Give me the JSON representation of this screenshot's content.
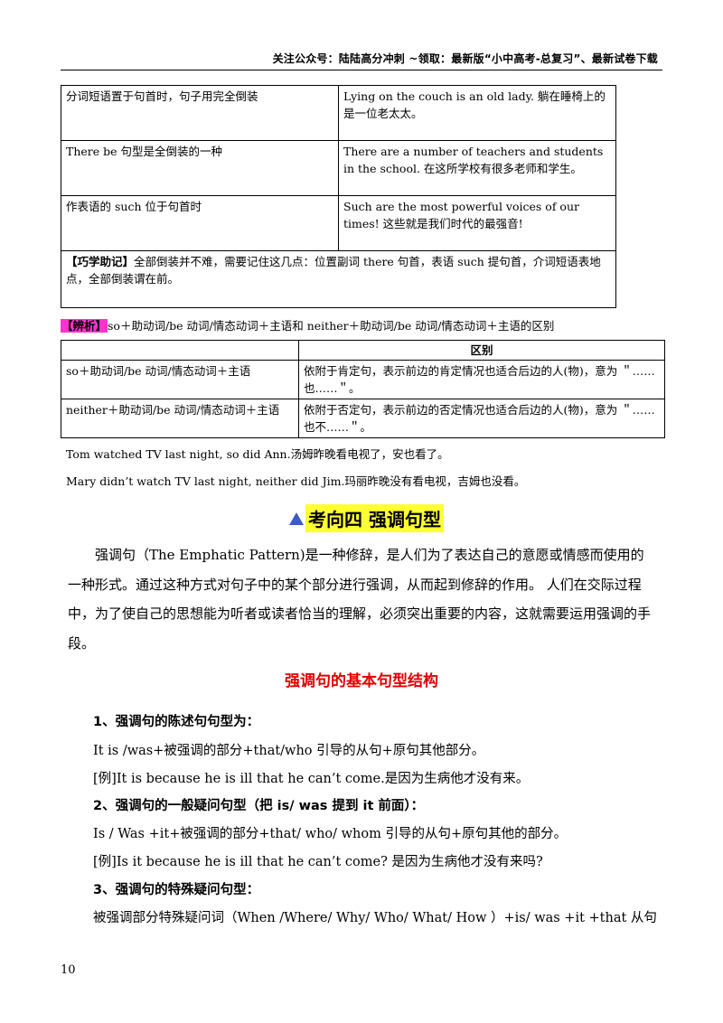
{
  "header": {
    "text": "关注公众号：陆陆高分冲刺  ~领取：最新版“小中高考-总复习”、最新试卷下载"
  },
  "table1": {
    "rows": [
      {
        "left": "分词短语置于句首时，句子用完全倒装",
        "right": "Lying on the couch is an old lady.  躺在睡椅上的是一位老太太。"
      },
      {
        "left": "There be 句型是全倒装的一种",
        "right": "There are a number of teachers and students in the school. 在这所学校有很多老师和学生。"
      },
      {
        "left": "作表语的 such 位于句首时",
        "right": "Such are the most powerful voices of our times! 这些就是我们时代的最强音!"
      }
    ],
    "tip_label": "【巧学助记】",
    "tip_text": "全部倒装并不难，需要记住这几点：位置副词 there 句首，表语 such 提句首，介词短语表地点，全部倒装谓在前。"
  },
  "jx": {
    "tag": "【辨析】",
    "text": "so＋助动词/be 动词/情态动词＋主语和 neither＋助动词/be 动词/情态动词＋主语的区别"
  },
  "table2": {
    "header": [
      "",
      "区别"
    ],
    "rows": [
      {
        "left": "so＋助动词/be 动词/情态动词＋主语",
        "right": "依附于肯定句，表示前边的肯定情况也适合后边的人(物)，意为 ＂……也……＂。"
      },
      {
        "left": "neither＋助动词/be 动词/情态动词＋主语",
        "right": "依附于否定句，表示前边的否定情况也适合后边的人(物)，意为 ＂……也不……＂。"
      }
    ]
  },
  "examples": {
    "ex1": "Tom watched TV last night, so did Ann.汤姆昨晚看电视了，安也看了。",
    "ex2": "Mary didn’t watch TV last night, neither did Jim.玛丽昨晚没有看电视，吉姆也没看。"
  },
  "section": {
    "title": "考向四  强调句型",
    "paragraph": "强调句（The Emphatic Pattern)是一种修辞，是人们为了表达自己的意愿或情感而使用的一种形式。通过这种方式对句子中的某个部分进行强调，从而起到修辞的作用。 人们在交际过程中，为了使自己的思想能为听者或读者恰当的理解，必须突出重要的内容，这就需要运用强调的手段。",
    "subtitle": "强调句的基本句型结构",
    "lines": [
      "1、强调句的陈述句句型为：",
      "It is /was+被强调的部分+that/who 引导的从句+原句其他部分。",
      "[例]It is because he is ill that he can’t come.是因为生病他才没有来。",
      "2、强调句的一般疑问句型（把 is/ was 提到 it 前面）：",
      "Is / Was +it+被强调的部分+that/ who/ whom 引导的从句+原句其他的部分。",
      "[例]Is it because he is ill that he can’t come?  是因为生病他才没有来吗?",
      "3、强调句的特殊疑问句型：",
      "被强调部分特殊疑问词（When /Where/ Why/ Who/ What/ How  ）+is/ was +it +that 从句"
    ]
  },
  "page_number": "10",
  "colors": {
    "highlight_yellow": "#ffff33",
    "highlight_magenta": "#ff33cc",
    "subtitle_red": "#e30000",
    "triangle_blue": "#3b5cc4"
  }
}
